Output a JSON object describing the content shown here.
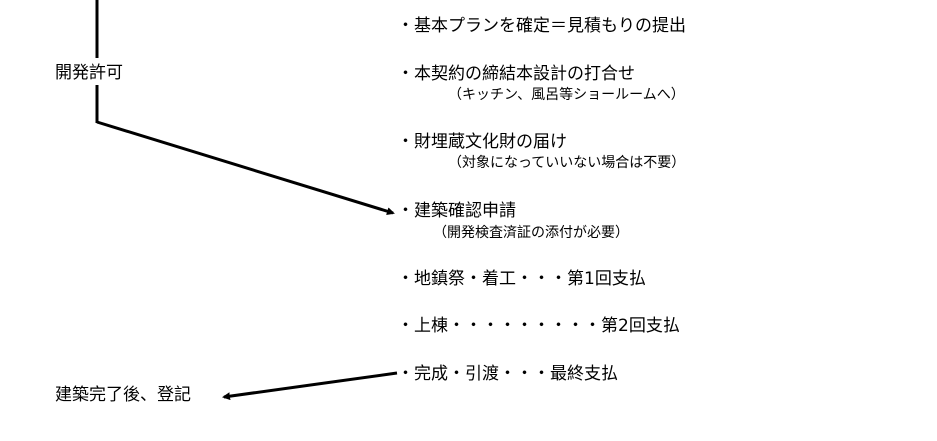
{
  "left_labels": {
    "permit": "開発許可",
    "after_completion": "建築完了後、登記"
  },
  "steps": [
    {
      "text": "・基本プランを確定＝見積もりの提出",
      "note": ""
    },
    {
      "text": "・本契約の締結本設計の打合せ",
      "note": "（キッチン、風呂等ショールームへ）"
    },
    {
      "text": "・財埋蔵文化財の届け",
      "note": "（対象になっていいない場合は不要）"
    },
    {
      "text": "・建築確認申請",
      "note": "（開発検査済証の添付が必要）"
    },
    {
      "text": "・地鎮祭・着工・・・第1回支払",
      "note": ""
    },
    {
      "text": "・上棟・・・・・・・・・第2回支払",
      "note": ""
    },
    {
      "text": "・完成・引渡・・・最終支払",
      "note": ""
    }
  ],
  "colors": {
    "line": "#000000",
    "text": "#000000",
    "background": "#ffffff"
  }
}
